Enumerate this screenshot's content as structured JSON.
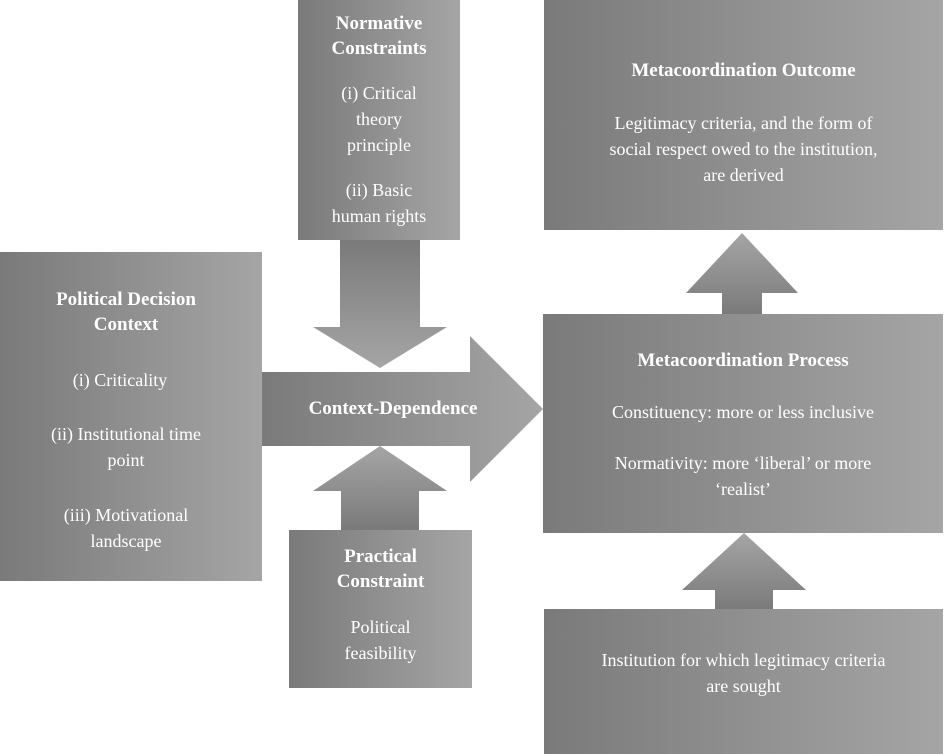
{
  "colors": {
    "box_dark": "#7d7d7d",
    "box_light": "#a3a3a3",
    "text": "#ffffff",
    "background": "#ffffff"
  },
  "normative": {
    "title_line1": "Normative",
    "title_line2": "Constraints",
    "item1_line1": "(i) Critical",
    "item1_line2": "theory",
    "item1_line3": "principle",
    "item2_line1": "(ii) Basic",
    "item2_line2": "human rights"
  },
  "political": {
    "title_line1": "Political Decision",
    "title_line2": "Context",
    "item1": "(i) Criticality",
    "item2_line1": "(ii) Institutional time",
    "item2_line2": "point",
    "item3_line1": "(iii) Motivational",
    "item3_line2": "landscape"
  },
  "context_dependence": "Context-Dependence",
  "practical": {
    "title_line1": "Practical",
    "title_line2": "Constraint",
    "item_line1": "Political",
    "item_line2": "feasibility"
  },
  "outcome": {
    "title": "Metacoordination Outcome",
    "line1": "Legitimacy criteria, and the form of",
    "line2": "social respect owed to the institution,",
    "line3": "are derived"
  },
  "process": {
    "title": "Metacoordination Process",
    "line1": "Constituency: more or less inclusive",
    "line2": "Normativity: more ‘liberal’ or more",
    "line3": "‘realist’"
  },
  "institution": {
    "line1": "Institution for which legitimacy criteria",
    "line2": "are sought"
  }
}
